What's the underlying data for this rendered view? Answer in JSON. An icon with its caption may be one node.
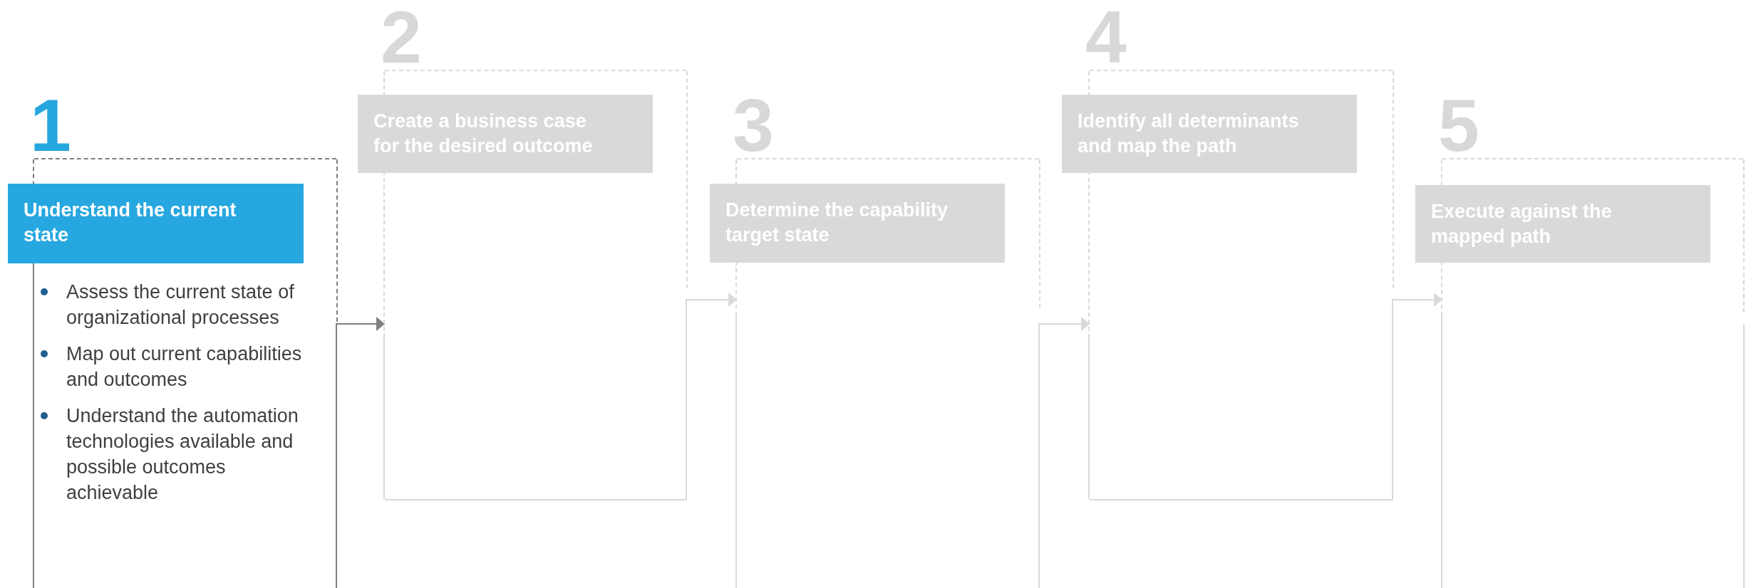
{
  "diagram": {
    "nodes": [
      {
        "text": [
          "1",
          "Assess the current state of organizational processes",
          "Map out current capabilities and outcomes",
          "Understand the automation technologies available and possible outcomes achievable"
        ]
      },
      {
        "text": [
          "Understand the current state"
        ]
      },
      {
        "text": [
          "2"
        ]
      },
      {
        "text": [
          "Create a business case for the desired outcome"
        ]
      },
      {
        "text": [
          "3"
        ]
      },
      {
        "text": [
          "Determine the capability target state"
        ]
      },
      {
        "text": [
          "4"
        ]
      },
      {
        "text": [
          "Identify all determinants and map the path"
        ]
      },
      {
        "text": [
          "5"
        ]
      },
      {
        "text": [
          "Execute against the mapped path"
        ]
      }
    ],
    "edges": [
      {
        "from": 0,
        "to": 2,
        "arrow": "to",
        "color": "#7f7f7f"
      },
      {
        "from": 2,
        "to": 4,
        "arrow": "to"
      },
      {
        "from": 4,
        "to": 6,
        "arrow": "to"
      },
      {
        "from": 6,
        "to": 8,
        "arrow": "to"
      }
    ]
  }
}
